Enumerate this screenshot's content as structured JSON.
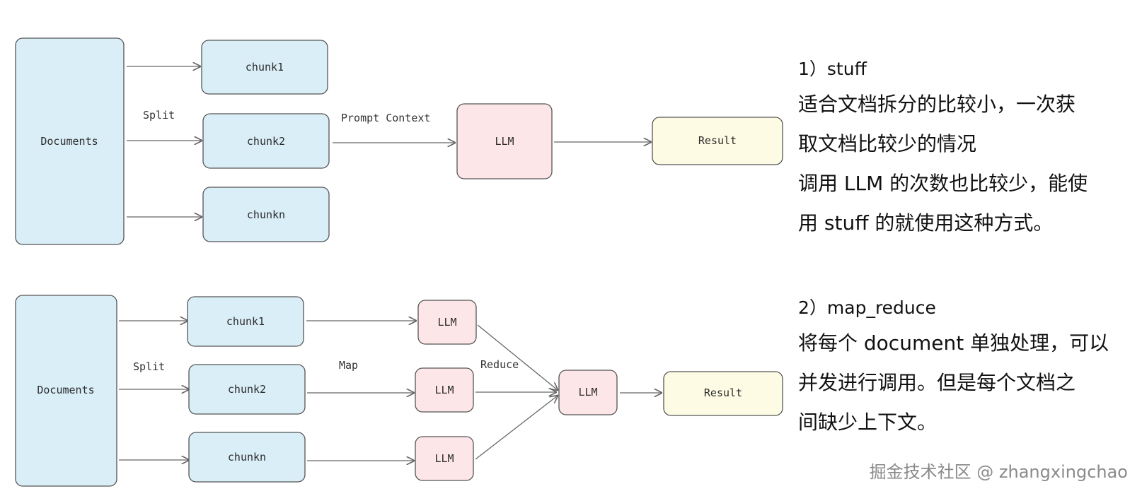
{
  "colors": {
    "documents_fill": "#daeef8",
    "chunk_fill": "#daeef8",
    "llm_fill": "#fde6e8",
    "result_fill": "#fdfbe3",
    "stroke": "#555555",
    "arrow": "#666666"
  },
  "diagram_1": {
    "documents_label": "Documents",
    "split_label": "Split",
    "chunk_labels": [
      "chunk1",
      "chunk2",
      "chunkn"
    ],
    "edge_label": "Prompt Context",
    "llm_label": "LLM",
    "result_label": "Result"
  },
  "diagram_2": {
    "documents_label": "Documents",
    "split_label": "Split",
    "map_label": "Map",
    "reduce_label": "Reduce",
    "chunk_labels": [
      "chunk1",
      "chunk2",
      "chunkn"
    ],
    "map_llm_label": "LLM",
    "reduce_llm_label": "LLM",
    "result_label": "Result"
  },
  "panel_1": {
    "heading": "1）stuff",
    "lines": [
      "适合文档拆分的比较小，一次获",
      "取文档比较少的情况",
      "调用 LLM 的次数也比较少，能使",
      "用 stuff 的就使用这种方式。"
    ]
  },
  "panel_2": {
    "heading": "2）map_reduce",
    "lines": [
      "将每个 document 单独处理，可以",
      "并发进行调用。但是每个文档之",
      "间缺少上下文。"
    ]
  },
  "watermark": "掘金技术社区 @ zhangxingchao"
}
